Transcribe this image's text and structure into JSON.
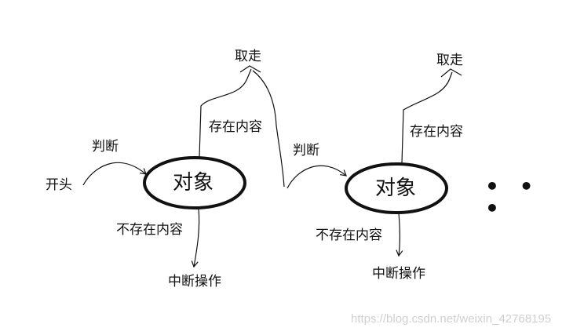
{
  "labels": {
    "start": "开头",
    "judge_1": "判断",
    "judge_2": "判断",
    "object_1": "对象",
    "object_2": "对象",
    "has_content_1": "存在内容",
    "has_content_2": "存在内容",
    "no_content_1": "不存在内容",
    "no_content_2": "不存在内容",
    "take_1": "取走",
    "take_2": "取走",
    "interrupt_1": "中断操作",
    "interrupt_2": "中断操作",
    "ellipsis": "• • •"
  },
  "watermark": "https://blog.csdn.net/weixin_42768195"
}
